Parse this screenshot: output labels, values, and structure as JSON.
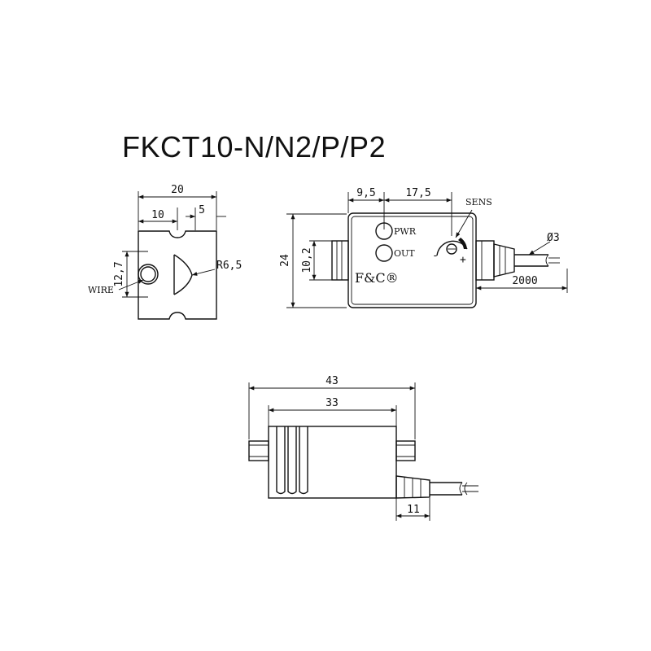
{
  "title": "FKCT10-N/N2/P/P2",
  "side_view": {
    "dim_width": "20",
    "dim_left": "10",
    "dim_right": "5",
    "dim_height": "12,7",
    "radius": "R6,5",
    "wire_label": "WIRE"
  },
  "front_view": {
    "dim_a": "9,5",
    "dim_b": "17,5",
    "dim_height": "24",
    "dim_inner": "10,2",
    "sens_label": "SENS",
    "pwr_label": "PWR",
    "out_label": "OUT",
    "minus": "-",
    "plus": "+",
    "brand": "F&C®",
    "cable_diameter": "Ø3",
    "cable_length": "2000"
  },
  "top_view": {
    "dim_total": "43",
    "dim_body": "33",
    "dim_cable": "11"
  }
}
